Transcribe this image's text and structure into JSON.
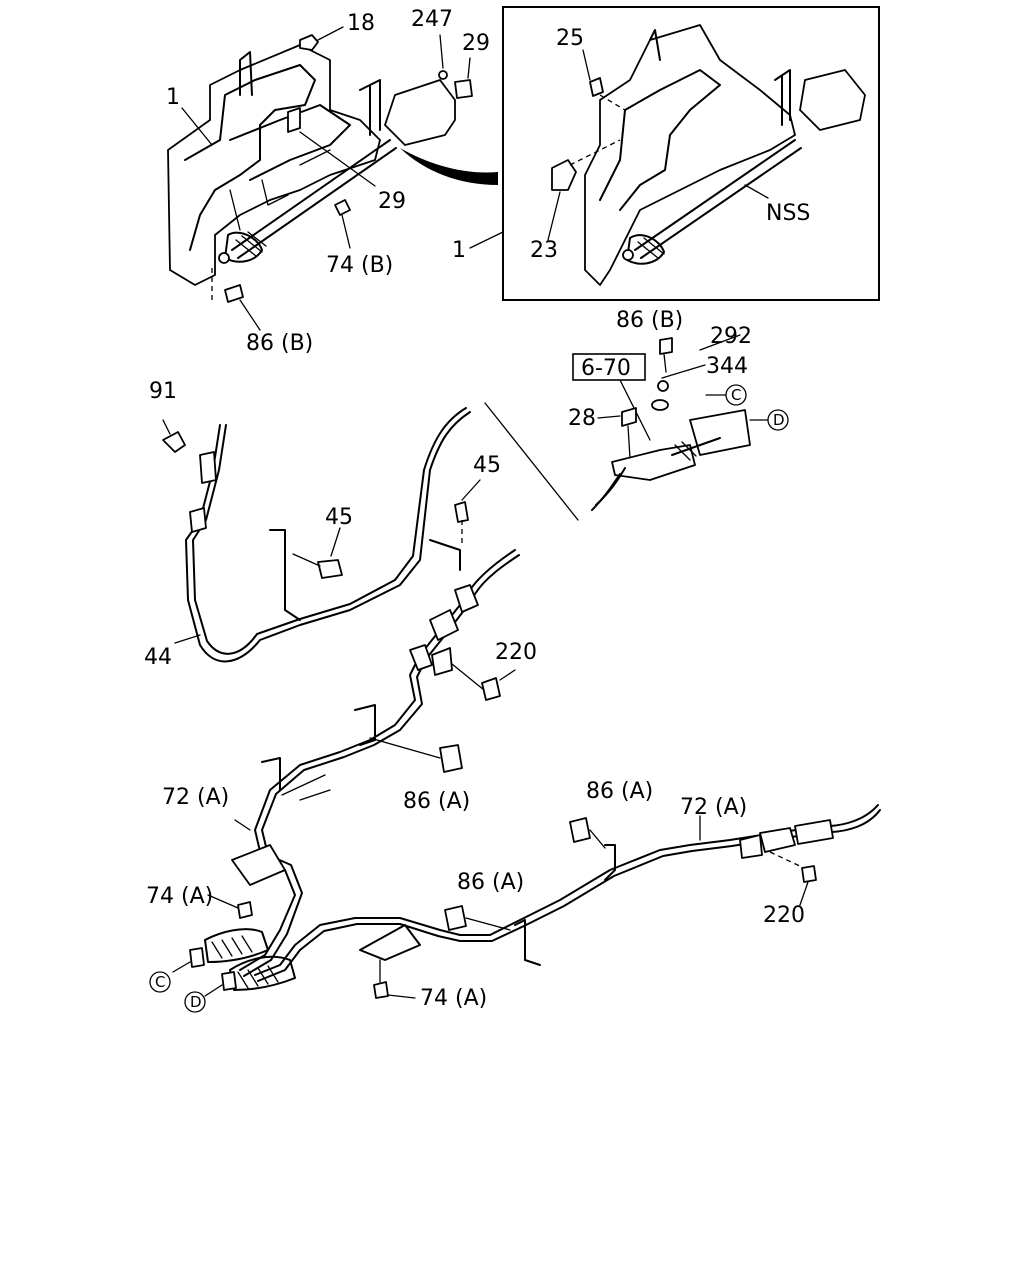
{
  "diagram": {
    "inset_marker": "NSS",
    "reference_box": "6-70",
    "connectors": {
      "c": "C",
      "d": "D"
    },
    "callouts": {
      "p1_main": "1",
      "p18": "18",
      "p247": "247",
      "p29_top": "29",
      "p29_mid": "29",
      "p74b": "74 (B)",
      "p86b_top": "86 (B)",
      "p25": "25",
      "p23": "23",
      "p1_inset": "1",
      "p86b_right": "86 (B)",
      "p292": "292",
      "p344": "344",
      "p28": "28",
      "p91": "91",
      "p45_left": "45",
      "p45_right": "45",
      "p44": "44",
      "p220_top": "220",
      "p72a_left": "72 (A)",
      "p86a_mid": "86 (A)",
      "p86a_right_top": "86 (A)",
      "p72a_right": "72 (A)",
      "p74a_left": "74 (A)",
      "p86a_right_low": "86 (A)",
      "p220_bottom": "220",
      "p74a_bottom": "74 (A)"
    }
  }
}
